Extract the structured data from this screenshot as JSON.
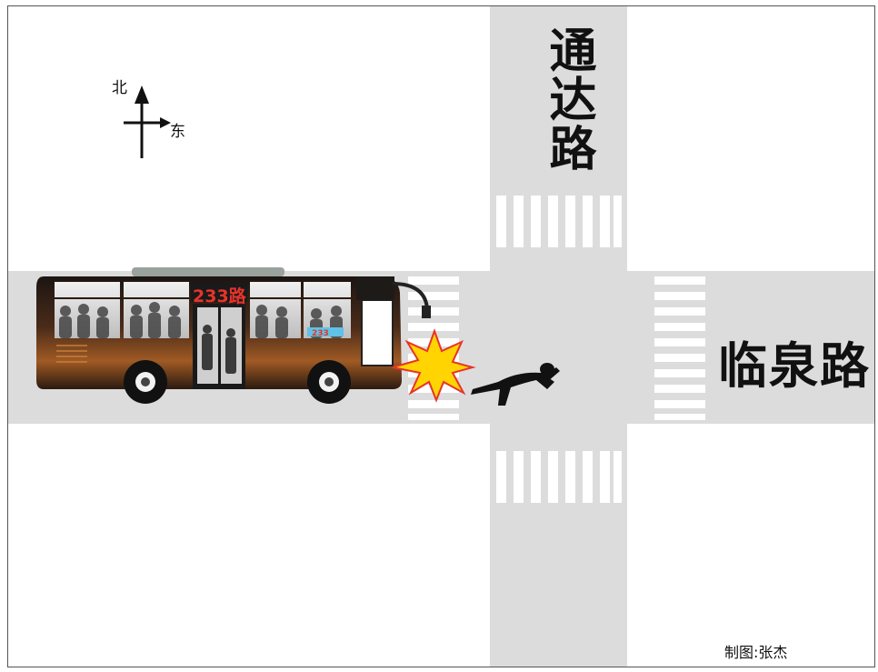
{
  "roads": {
    "north_south": "通达路",
    "east_west": "临泉路"
  },
  "compass": {
    "north": "北",
    "east": "东"
  },
  "bus": {
    "route_label": "233路",
    "side_number": "233"
  },
  "credit": "制图:张杰",
  "colors": {
    "road": "#dcdcdd",
    "crosswalk": "#ffffff",
    "bus_body": "#3a2418",
    "bus_accent": "#a8571f",
    "route_text": "#e8332a",
    "impact": "#ffd400"
  }
}
